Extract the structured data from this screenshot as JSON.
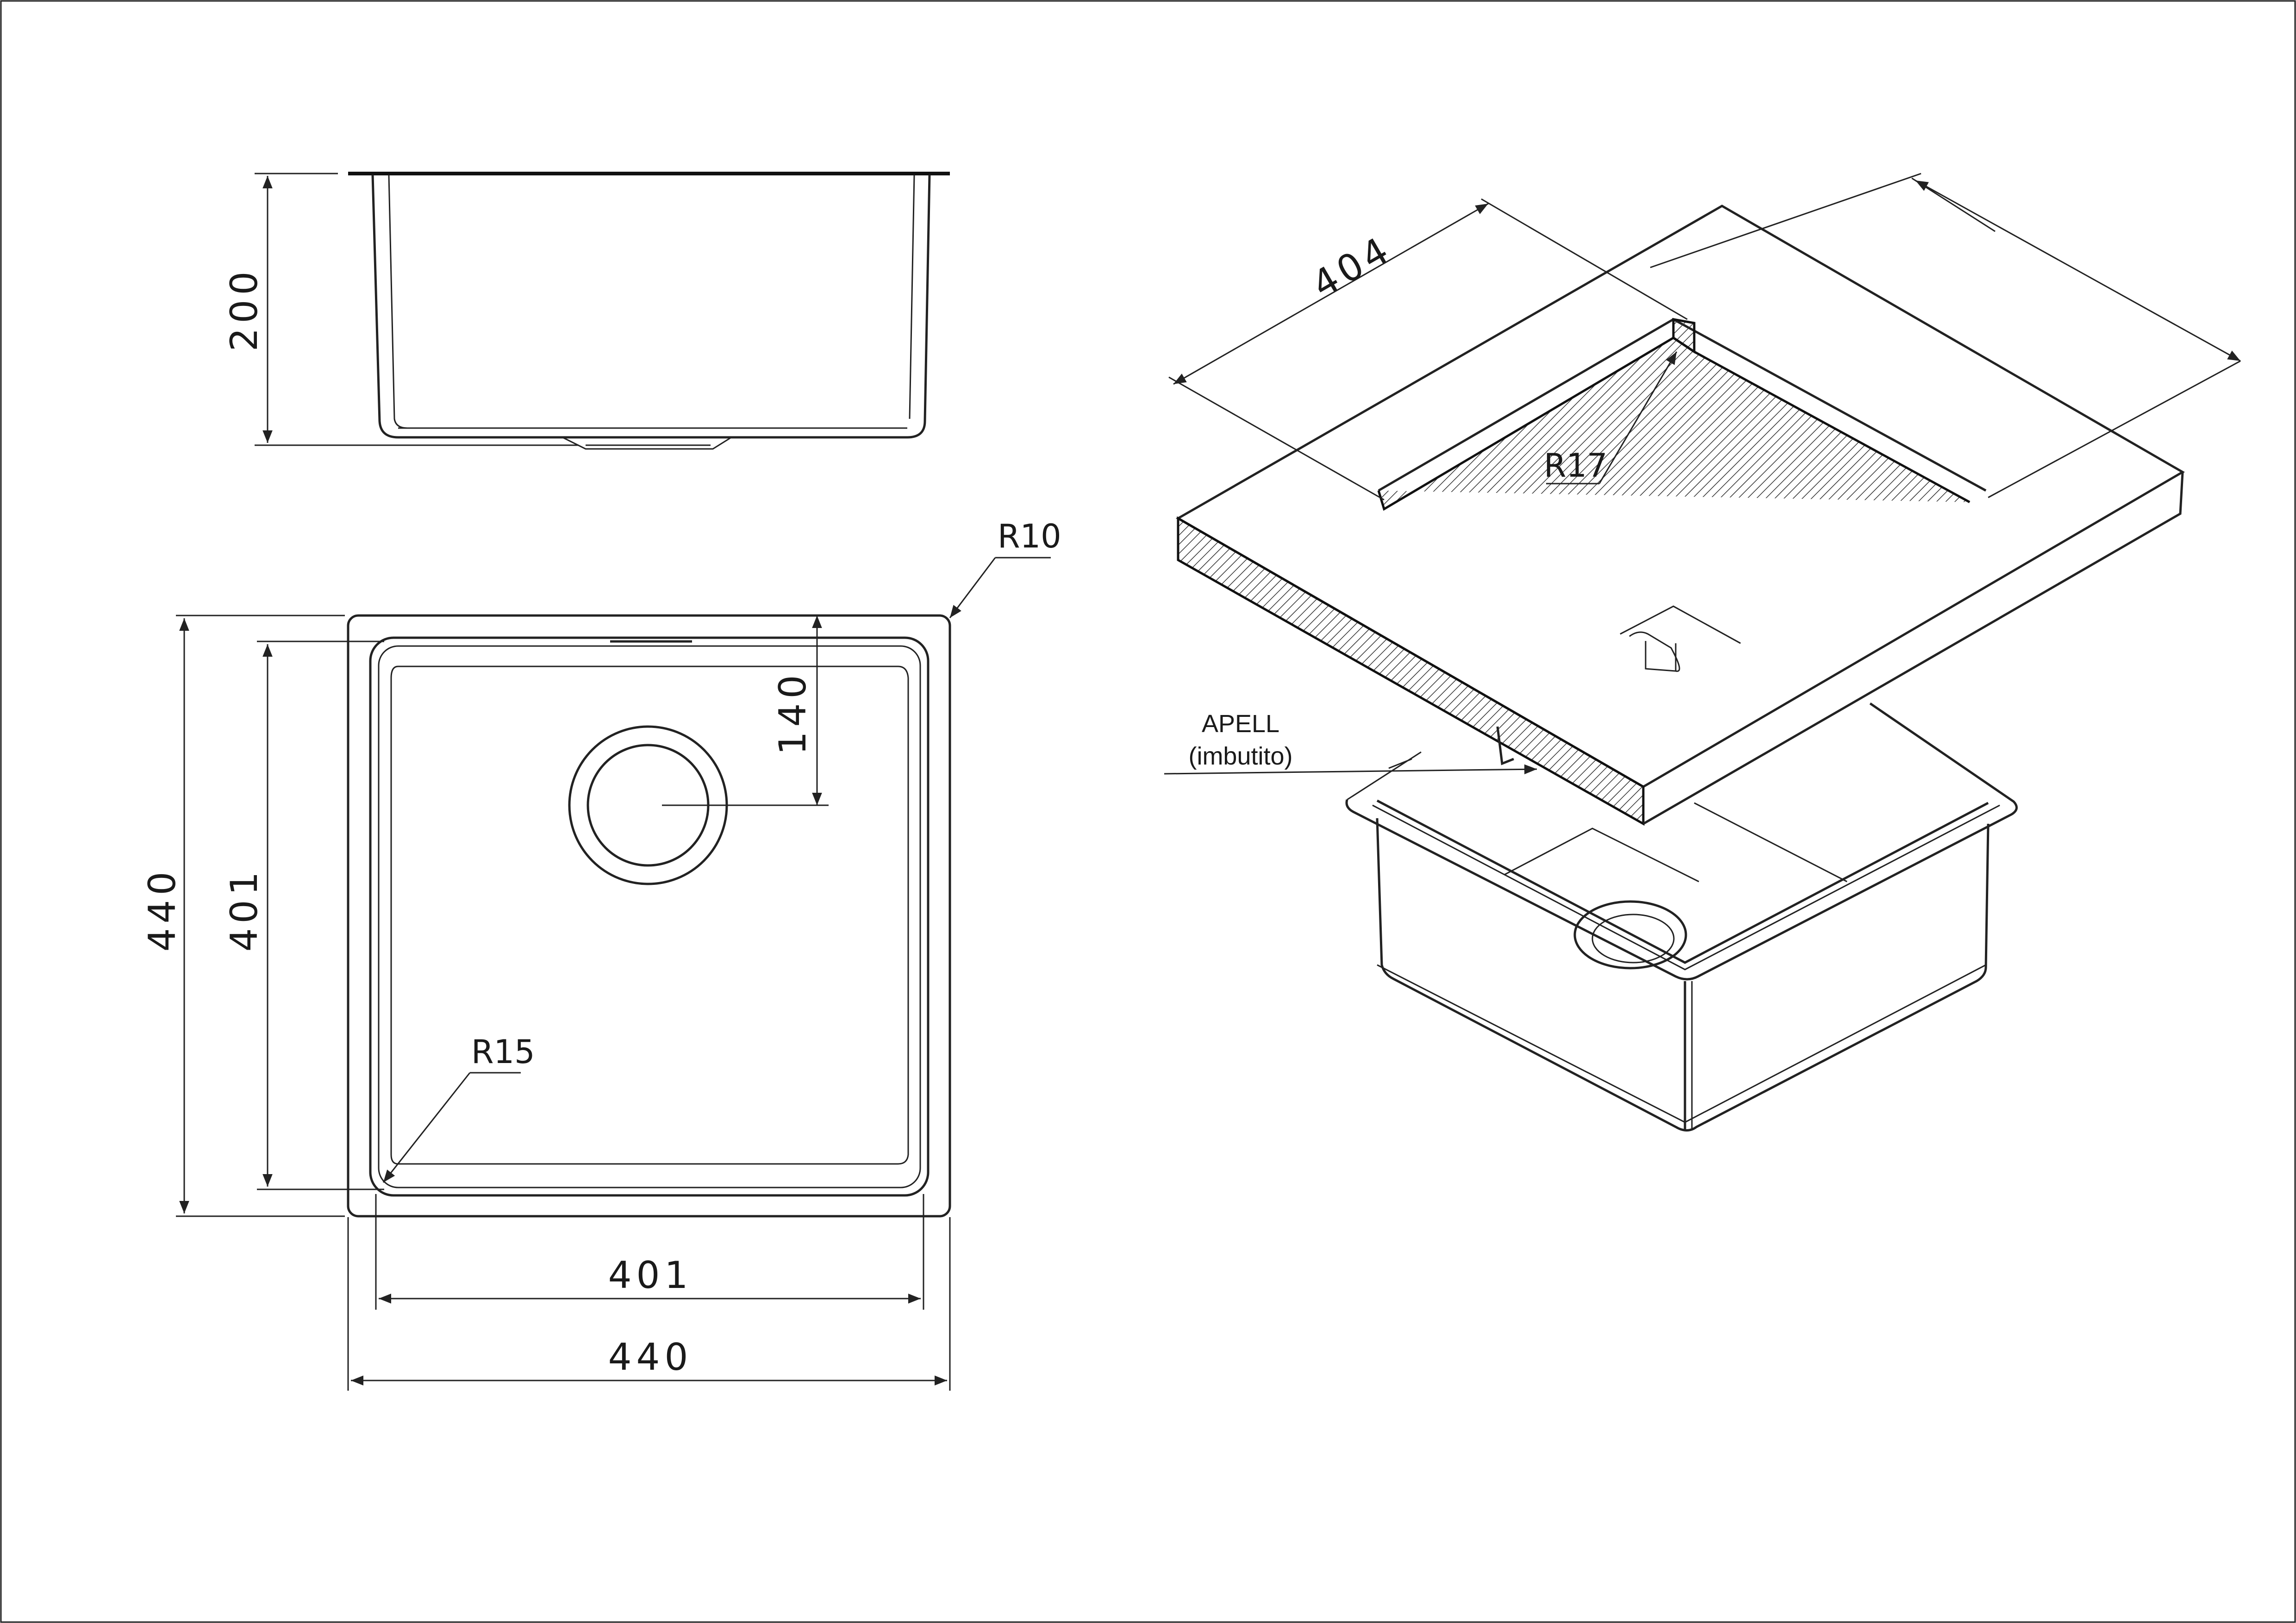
{
  "labels": {
    "front_height": "200",
    "radius_outer": "R10",
    "drain_offset": "140",
    "outer_height": "440",
    "inner_height": "401",
    "radius_inner": "R15",
    "inner_width": "401",
    "outer_width": "440",
    "cutout_width": "404",
    "cutout_radius": "R17",
    "note_line1": "APELL",
    "note_line2": "(imbutito)"
  },
  "colors": {
    "line": "#222222",
    "background": "#ffffff"
  }
}
